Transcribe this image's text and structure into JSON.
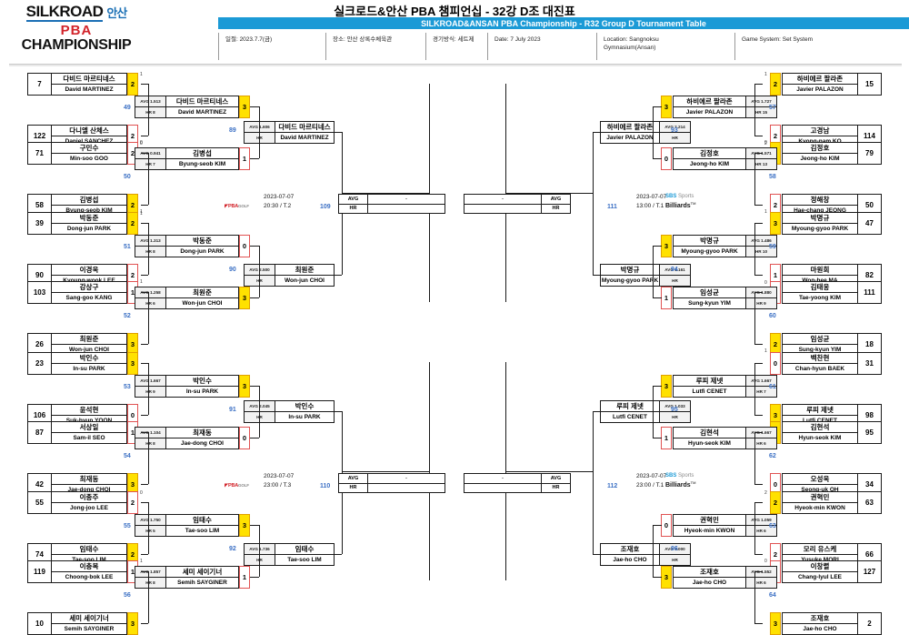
{
  "header": {
    "logo": {
      "silkroad": "SILKROAD",
      "ansan": "안산",
      "pba": "PBA",
      "championship": "CHAMPIONSHIP"
    },
    "title_kr": "실크로드&안산 PBA 챔피언십 - 32강 D조 대진표",
    "title_en": "SILKROAD&ANSAN PBA Championship - R32 Group D Tournament Table",
    "meta": [
      "일절: 2023.7.7(금)",
      "장소: 안산 상록수체육관",
      "경기방식: 세트제",
      "Date: 7 July 2023",
      "Location: Sangnoksu\nGymnasium(Ansan)",
      "Game System: Set System"
    ]
  },
  "labels": {
    "avg": "AVG",
    "hr": "HR",
    "dash": "-",
    "pba_logo": "PBA",
    "pba_sub": "GOLF",
    "sbs_1": "SBS",
    "sbs_2": "Sports",
    "sbs_3": "Billiards",
    "sbs_sup": "TM"
  },
  "bracket": {
    "left_r32": [
      {
        "seed": "7",
        "kr": "다비드 마르티네스",
        "en": "David MARTINEZ",
        "score": "2",
        "win": true,
        "small": "1"
      },
      {
        "seed": "122",
        "kr": "다니엘 산체스",
        "en": "Daniel SANCHEZ",
        "score": "2",
        "win": false,
        "small": "0"
      },
      {
        "seed": "71",
        "kr": "구민수",
        "en": "Min-soo GOO",
        "score": "2",
        "win": false,
        "small": "0"
      },
      {
        "seed": "58",
        "kr": "김병섭",
        "en": "Byung-seob KIM",
        "score": "2",
        "win": true,
        "small": "1"
      },
      {
        "seed": "39",
        "kr": "박동준",
        "en": "Dong-jun PARK",
        "score": "2",
        "win": true,
        "small": "1"
      },
      {
        "seed": "90",
        "kr": "이경욱",
        "en": "Kyoung-wook LEE",
        "score": "2",
        "win": false,
        "small": "1"
      },
      {
        "seed": "103",
        "kr": "강상구",
        "en": "Sang-goo KANG",
        "score": "1",
        "win": false,
        "small": ""
      },
      {
        "seed": "26",
        "kr": "최원준",
        "en": "Won-jun CHOI",
        "score": "3",
        "win": true,
        "small": ""
      },
      {
        "seed": "23",
        "kr": "박인수",
        "en": "In-su PARK",
        "score": "3",
        "win": true,
        "small": ""
      },
      {
        "seed": "106",
        "kr": "윤석현",
        "en": "Suk-hyun YOON",
        "score": "0",
        "win": false,
        "small": ""
      },
      {
        "seed": "87",
        "kr": "서상일",
        "en": "Sam-il SEO",
        "score": "1",
        "win": false,
        "small": ""
      },
      {
        "seed": "42",
        "kr": "최재동",
        "en": "Jae-dong CHOI",
        "score": "3",
        "win": true,
        "small": ""
      },
      {
        "seed": "55",
        "kr": "이종주",
        "en": "Jong-joo LEE",
        "score": "2",
        "win": false,
        "small": "0"
      },
      {
        "seed": "74",
        "kr": "임태수",
        "en": "Tae-soo LIM",
        "score": "2",
        "win": true,
        "small": "1"
      },
      {
        "seed": "119",
        "kr": "이충복",
        "en": "Choong-bok LEE",
        "score": "1",
        "win": false,
        "small": ""
      },
      {
        "seed": "10",
        "kr": "세미 세이기너",
        "en": "Semih SAYGINER",
        "score": "3",
        "win": true,
        "small": ""
      }
    ],
    "left_r16": [
      {
        "avg": "AVG 1.513",
        "hr": "HR 8",
        "kr": "다비드 마르티네스",
        "en": "David MARTINEZ",
        "score": "3",
        "win": true
      },
      {
        "avg": "AVG 0.941",
        "hr": "HR 7",
        "kr": "김병섭",
        "en": "Byung-seob KIM",
        "score": "1",
        "win": false
      },
      {
        "avg": "AVG 1.313",
        "hr": "HR 8",
        "kr": "박동준",
        "en": "Dong-jun PARK",
        "score": "0",
        "win": false
      },
      {
        "avg": "AVG 1.258",
        "hr": "HR 6",
        "kr": "최원준",
        "en": "Won-jun CHOI",
        "score": "3",
        "win": true
      },
      {
        "avg": "AVG 1.667",
        "hr": "HR 9",
        "kr": "박인수",
        "en": "In-su PARK",
        "score": "3",
        "win": true
      },
      {
        "avg": "AVG 1.104",
        "hr": "HR 8",
        "kr": "최재동",
        "en": "Jae-dong CHOI",
        "score": "0",
        "win": false
      },
      {
        "avg": "AVG 1.750",
        "hr": "HR 5",
        "kr": "임태수",
        "en": "Tae-soo LIM",
        "score": "3",
        "win": true
      },
      {
        "avg": "AVG 1.857",
        "hr": "HR 8",
        "kr": "세미 세이기너",
        "en": "Semih SAYGINER",
        "score": "1",
        "win": false
      }
    ],
    "left_r8": [
      {
        "avg": "AVG 1.606",
        "hr": "HR",
        "kr": "다비드 마르티네스",
        "en": "David MARTINEZ"
      },
      {
        "avg": "AVG 2.500",
        "hr": "HR",
        "kr": "최원준",
        "en": "Won-jun CHOI"
      },
      {
        "avg": "AVG 2.045",
        "hr": "HR",
        "kr": "박인수",
        "en": "In-su PARK"
      },
      {
        "avg": "AVG 1.736",
        "hr": "HR",
        "kr": "임태수",
        "en": "Tae-soo LIM"
      }
    ],
    "right_r32": [
      {
        "seed": "15",
        "kr": "하비에르 팔라존",
        "en": "Javier PALAZON",
        "score": "2",
        "win": true,
        "small": "1"
      },
      {
        "seed": "114",
        "kr": "고경남",
        "en": "Kyong-nam KO",
        "score": "2",
        "win": false,
        "small": "0"
      },
      {
        "seed": "79",
        "kr": "김정호",
        "en": "Jeong-ho KIM",
        "score": "2",
        "win": true,
        "small": "2"
      },
      {
        "seed": "50",
        "kr": "정해창",
        "en": "Hae-chang JEONG",
        "score": "2",
        "win": false,
        "small": "1"
      },
      {
        "seed": "47",
        "kr": "박명규",
        "en": "Myoung-gyoo PARK",
        "score": "3",
        "win": true,
        "small": ""
      },
      {
        "seed": "82",
        "kr": "마원희",
        "en": "Won-hee MA",
        "score": "1",
        "win": false,
        "small": ""
      },
      {
        "seed": "111",
        "kr": "김태웅",
        "en": "Tae-yoong KIM",
        "score": "2",
        "win": false,
        "small": "0"
      },
      {
        "seed": "18",
        "kr": "임성균",
        "en": "Sung-kyun YIM",
        "score": "2",
        "win": true,
        "small": "1"
      },
      {
        "seed": "31",
        "kr": "백찬현",
        "en": "Chan-hyun BAEK",
        "score": "0",
        "win": false,
        "small": ""
      },
      {
        "seed": "98",
        "kr": "루피 제넷",
        "en": "Lutfi CENET",
        "score": "3",
        "win": true,
        "small": ""
      },
      {
        "seed": "95",
        "kr": "김현석",
        "en": "Hyun-seok KIM",
        "score": "3",
        "win": true,
        "small": ""
      },
      {
        "seed": "34",
        "kr": "오성욱",
        "en": "Seong-uk OH",
        "score": "0",
        "win": false,
        "small": ""
      },
      {
        "seed": "63",
        "kr": "권혁민",
        "en": "Hyeok-min KWON",
        "score": "2",
        "win": true,
        "small": "2"
      },
      {
        "seed": "66",
        "kr": "모리 유스케",
        "en": "Yusuke MORI",
        "score": "2",
        "win": false,
        "small": "0"
      },
      {
        "seed": "127",
        "kr": "이창렬",
        "en": "Chang-lyul LEE",
        "score": "0",
        "win": false,
        "small": ""
      },
      {
        "seed": "2",
        "kr": "조재호",
        "en": "Jae-ho CHO",
        "score": "3",
        "win": true,
        "small": ""
      }
    ],
    "right_r16": [
      {
        "avg": "AVG 1.727",
        "hr": "HR 15",
        "kr": "하비에르 팔라존",
        "en": "Javier PALAZON",
        "score": "3",
        "win": true
      },
      {
        "avg": "AVG 1.571",
        "hr": "HR 13",
        "kr": "김정호",
        "en": "Jeong-ho KIM",
        "score": "0",
        "win": false
      },
      {
        "avg": "AVG 1.486",
        "hr": "HR 10",
        "kr": "박명규",
        "en": "Myoung-gyoo PARK",
        "score": "3",
        "win": true
      },
      {
        "avg": "AVG 1.880",
        "hr": "HR 9",
        "kr": "임성균",
        "en": "Sung-kyun YIM",
        "score": "1",
        "win": false
      },
      {
        "avg": "AVG 1.667",
        "hr": "HR 7",
        "kr": "루피 제넷",
        "en": "Lutfi CENET",
        "score": "3",
        "win": true
      },
      {
        "avg": "AVG 1.667",
        "hr": "HR 6",
        "kr": "김현석",
        "en": "Hyun-seok KIM",
        "score": "1",
        "win": false
      },
      {
        "avg": "AVG 1.059",
        "hr": "HR 6",
        "kr": "권혁민",
        "en": "Hyeok-min KWON",
        "score": "0",
        "win": false
      },
      {
        "avg": "AVG 1.552",
        "hr": "HR 6",
        "kr": "조재호",
        "en": "Jae-ho CHO",
        "score": "3",
        "win": true
      }
    ],
    "right_r8": [
      {
        "avg": "AVG 2.214",
        "hr": "HR",
        "kr": "하비에르 팔라존",
        "en": "Javier PALAZON"
      },
      {
        "avg": "AVG 1.161",
        "hr": "HR",
        "kr": "박명규",
        "en": "Myoung-gyoo PARK"
      },
      {
        "avg": "AVG 1.033",
        "hr": "HR",
        "kr": "루피 제넷",
        "en": "Lutfi CENET"
      },
      {
        "avg": "AVG 3.000",
        "hr": "HR",
        "kr": "조재호",
        "en": "Jae-ho CHO"
      }
    ],
    "left_match_nums_r16": [
      "49",
      "50",
      "51",
      "52",
      "53",
      "54",
      "55",
      "56"
    ],
    "left_match_nums_r8": [
      "89",
      "90",
      "91",
      "92"
    ],
    "right_match_nums_r16": [
      "57",
      "58",
      "59",
      "60",
      "61",
      "62",
      "63",
      "64"
    ],
    "right_match_nums_r8": [
      "93",
      "94",
      "95",
      "96"
    ],
    "center_matches": [
      {
        "num": "109",
        "date": "2023-07-07",
        "time": "20:30 / T.2",
        "side": "left"
      },
      {
        "num": "110",
        "date": "2023-07-07",
        "time": "23:00 / T.3",
        "side": "left"
      },
      {
        "num": "111",
        "date": "2023-07-07",
        "time": "13:00 / T.1",
        "side": "right"
      },
      {
        "num": "112",
        "date": "2023-07-07",
        "time": "23:00 / T.1",
        "side": "right"
      }
    ]
  }
}
